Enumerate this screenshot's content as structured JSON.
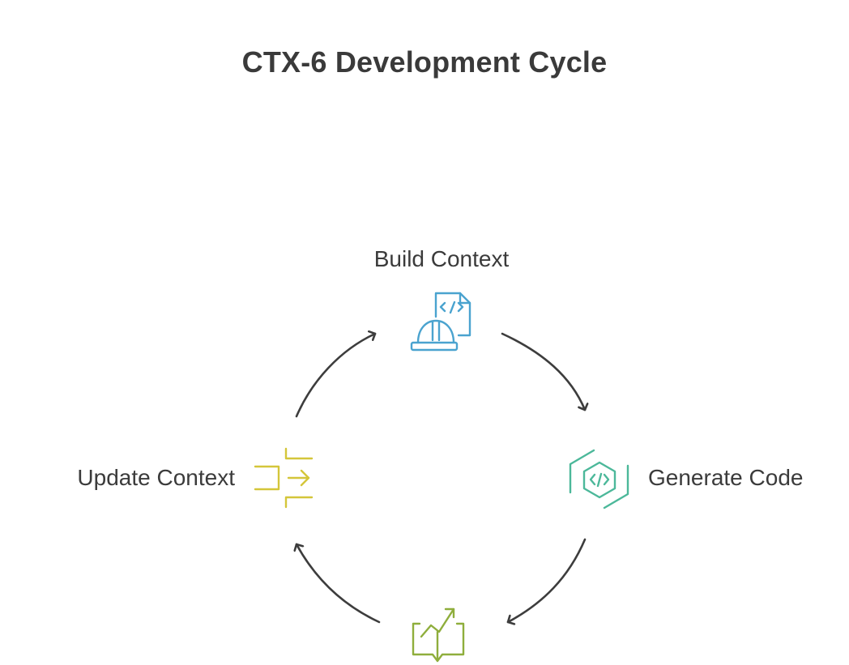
{
  "diagram": {
    "title": "CTX-6 Development Cycle",
    "type": "cycle",
    "steps": [
      {
        "label": "Build Context",
        "icon": "code-file-hardhat-icon",
        "color": "#4aa3cf"
      },
      {
        "label": "Generate Code",
        "icon": "code-hexagon-icon",
        "color": "#4cb89a"
      },
      {
        "label": "",
        "icon": "book-growth-icon",
        "color": "#8fae3c"
      },
      {
        "label": "Update Context",
        "icon": "bracket-arrow-icon",
        "color": "#d4c63a"
      }
    ],
    "arrow_color": "#3d3d3d"
  }
}
